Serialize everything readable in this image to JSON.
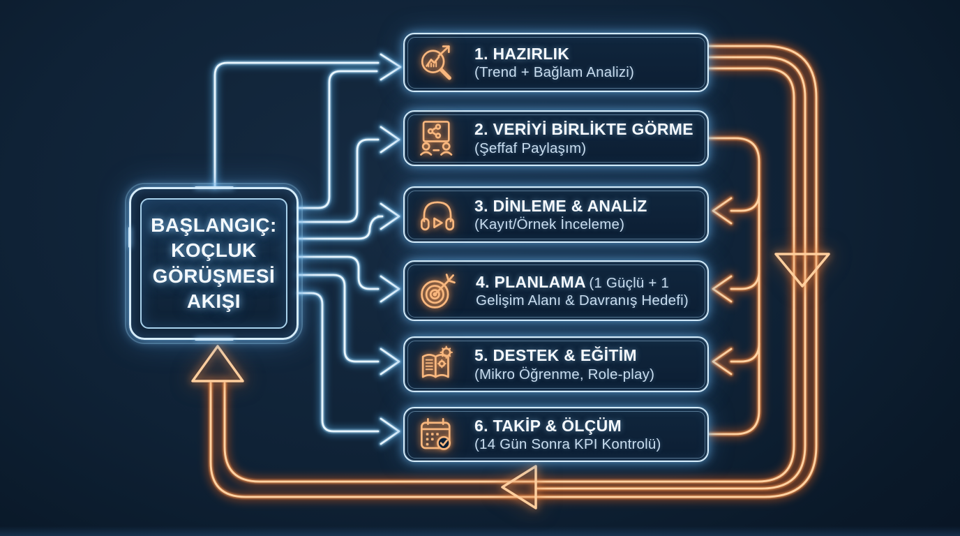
{
  "diagram": {
    "title_context": "coaching-conversation-flow",
    "start": {
      "lines": [
        "BAŞLANGIÇ:",
        "KOÇLUK",
        "GÖRÜŞMESİ",
        "AKIŞI"
      ]
    },
    "steps": [
      {
        "title": "1. HAZIRLIK",
        "subtitle": "(Trend + Bağlam Analizi)",
        "icon": "trend-magnifier-icon"
      },
      {
        "title": "2. VERİYİ BİRLİKTE GÖRME",
        "subtitle": "(Şeffaf Paylaşım)",
        "icon": "shared-board-people-icon"
      },
      {
        "title": "3. DİNLEME & ANALİZ",
        "subtitle": "(Kayıt/Örnek İnceleme)",
        "icon": "headphones-play-icon"
      },
      {
        "title": "4. PLANLAMA",
        "subtitle": "(1 Güçlü + 1 Gelişim Alanı & Davranış Hedefi)",
        "icon": "target-dart-icon"
      },
      {
        "title": "5. DESTEK & EĞİTİM",
        "subtitle": "(Mikro Öğrenme, Role-play)",
        "icon": "book-gears-icon"
      },
      {
        "title": "6. TAKİP & ÖLÇÜM",
        "subtitle": "(14 Gün Sonra KPI Kontrolü)",
        "icon": "calendar-check-icon"
      }
    ],
    "colors": {
      "background": "#0f2236",
      "node_border": "#d3ebfa",
      "blue_neon": "#e9f6fe",
      "blue_glow": "#4e9ed4",
      "orange_neon": "#ffd3a3",
      "orange_glow": "#e98b4a",
      "title_text": "#f5f9fd",
      "subtitle_text": "#c9ddef"
    }
  }
}
